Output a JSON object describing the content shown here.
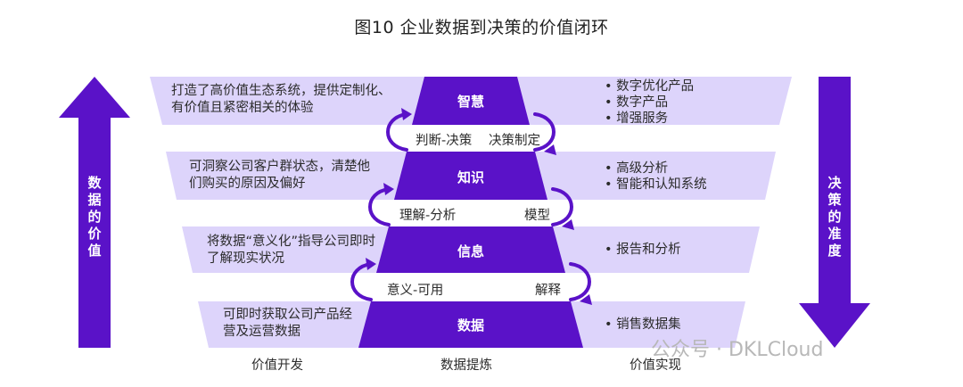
{
  "title": "图10 企业数据到决策的价值闭环",
  "left_axis": {
    "label": "数据的价值"
  },
  "right_axis": {
    "label": "决策的准度"
  },
  "layers": [
    {
      "center": "智慧",
      "left_text": "打造了高价值生态系统，提供定制化、有价值且紧密相关的体验",
      "right_items": [
        "数字优化产品",
        "数字产品",
        "增强服务"
      ]
    },
    {
      "center": "知识",
      "left_text": "可洞察公司客户群状态，清楚他们购买的原因及偏好",
      "right_items": [
        "高级分析",
        "智能和认知系统"
      ]
    },
    {
      "center": "信息",
      "left_text": "将数据“意义化”指导公司即时了解现实状况",
      "right_items": [
        "报告和分析"
      ]
    },
    {
      "center": "数据",
      "left_text": "可即时获取公司产品经营及运营数据",
      "right_items": [
        "销售数据集"
      ]
    }
  ],
  "transitions": [
    {
      "left": "判断-决策",
      "right": "决策制定"
    },
    {
      "left": "理解-分析",
      "right": "模型"
    },
    {
      "left": "意义-可用",
      "right": "解释"
    }
  ],
  "bottom_labels": {
    "left": "价值开发",
    "center": "数据提炼",
    "right": "价值实现"
  },
  "watermark": "公众号 · DKLCloud",
  "colors": {
    "primary": "#5a12c8",
    "band": "#ddd4fb",
    "arrow": "#5a12c8"
  }
}
